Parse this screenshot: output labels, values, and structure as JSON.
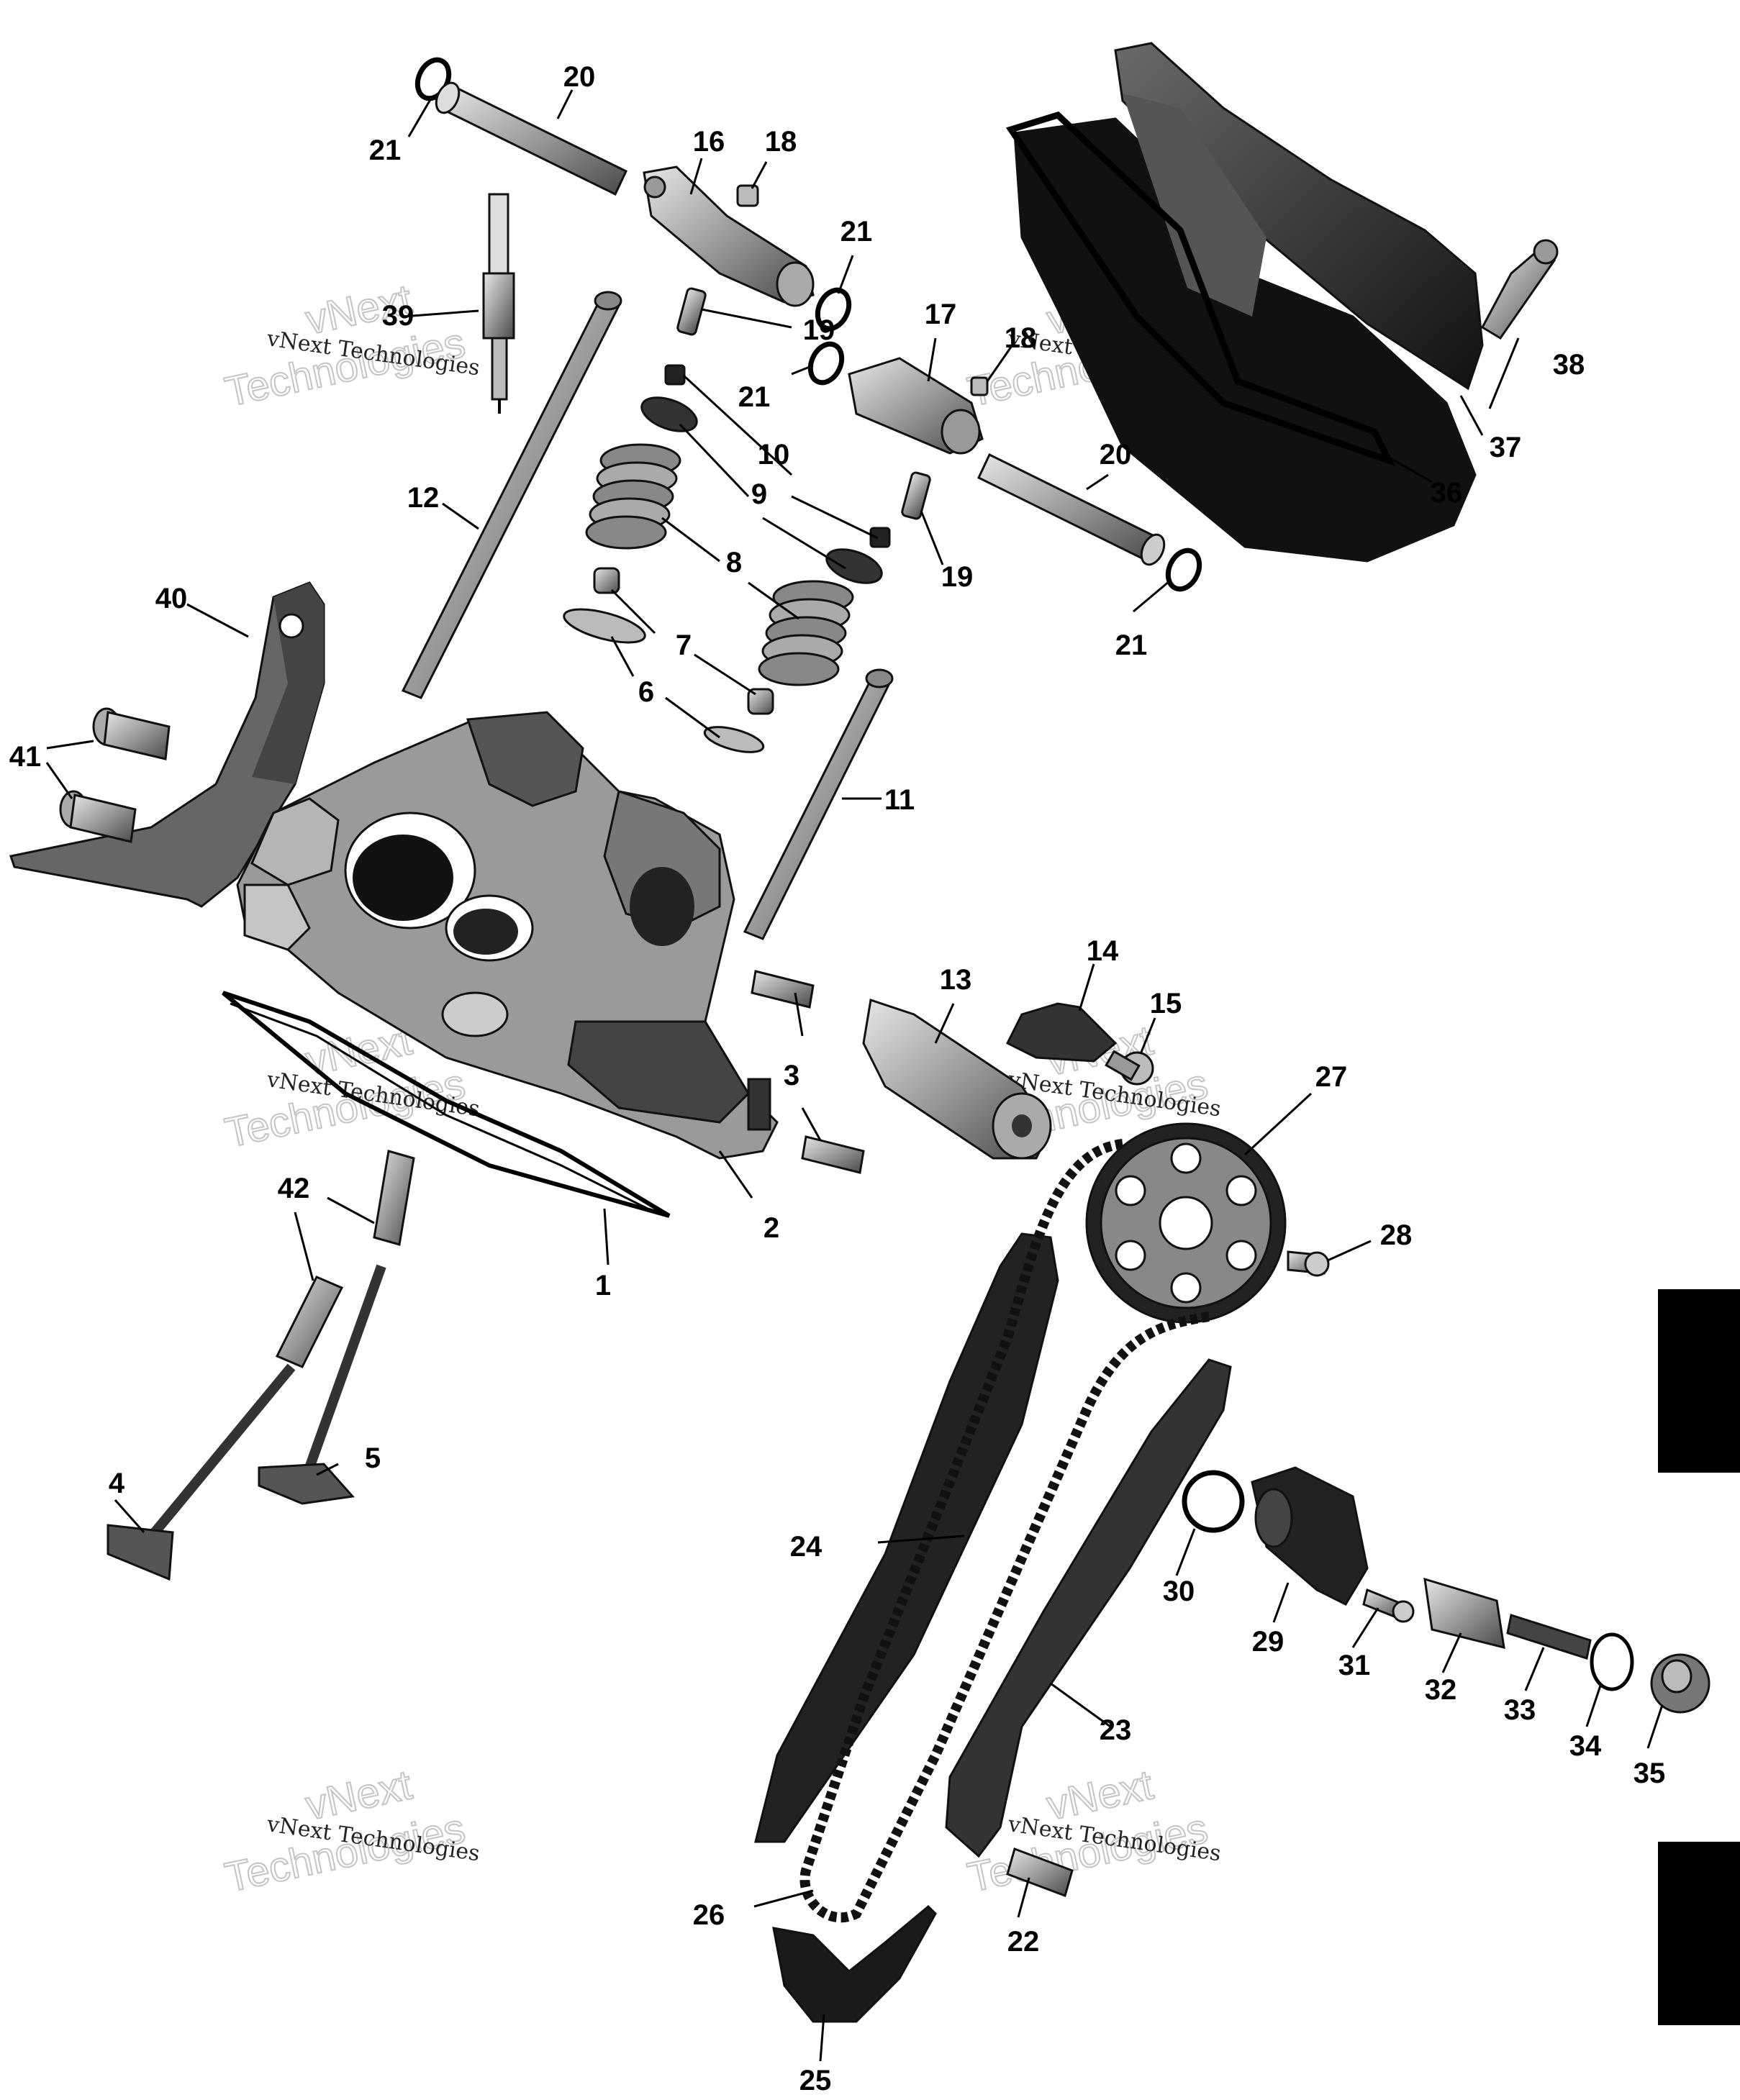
{
  "labels": {
    "l1": "1",
    "l2": "2",
    "l3": "3",
    "l4": "4",
    "l5": "5",
    "l6": "6",
    "l7": "7",
    "l8": "8",
    "l9": "9",
    "l10": "10",
    "l11": "11",
    "l12": "12",
    "l13": "13",
    "l14": "14",
    "l15": "15",
    "l16": "16",
    "l17": "17",
    "l18a": "18",
    "l18b": "18",
    "l19a": "19",
    "l19b": "19",
    "l20a": "20",
    "l20b": "20",
    "l21a": "21",
    "l21b": "21",
    "l21c": "21",
    "l21d": "21",
    "l22": "22",
    "l23": "23",
    "l24": "24",
    "l25": "25",
    "l26": "26",
    "l27": "27",
    "l28": "28",
    "l29": "29",
    "l30": "30",
    "l31": "31",
    "l32": "32",
    "l33": "33",
    "l34": "34",
    "l35": "35",
    "l36": "36",
    "l37": "37",
    "l38": "38",
    "l39": "39",
    "l40": "40",
    "l41": "41",
    "l42": "42"
  },
  "watermark": {
    "line1": "vNext Technologies",
    "line2": "vNext",
    "line3": "Technologies"
  },
  "colors": {
    "part_dark": "#1a1a1a",
    "part_mid": "#7a7a7a",
    "part_light": "#c8c8c8",
    "tab_black": "#000000"
  }
}
